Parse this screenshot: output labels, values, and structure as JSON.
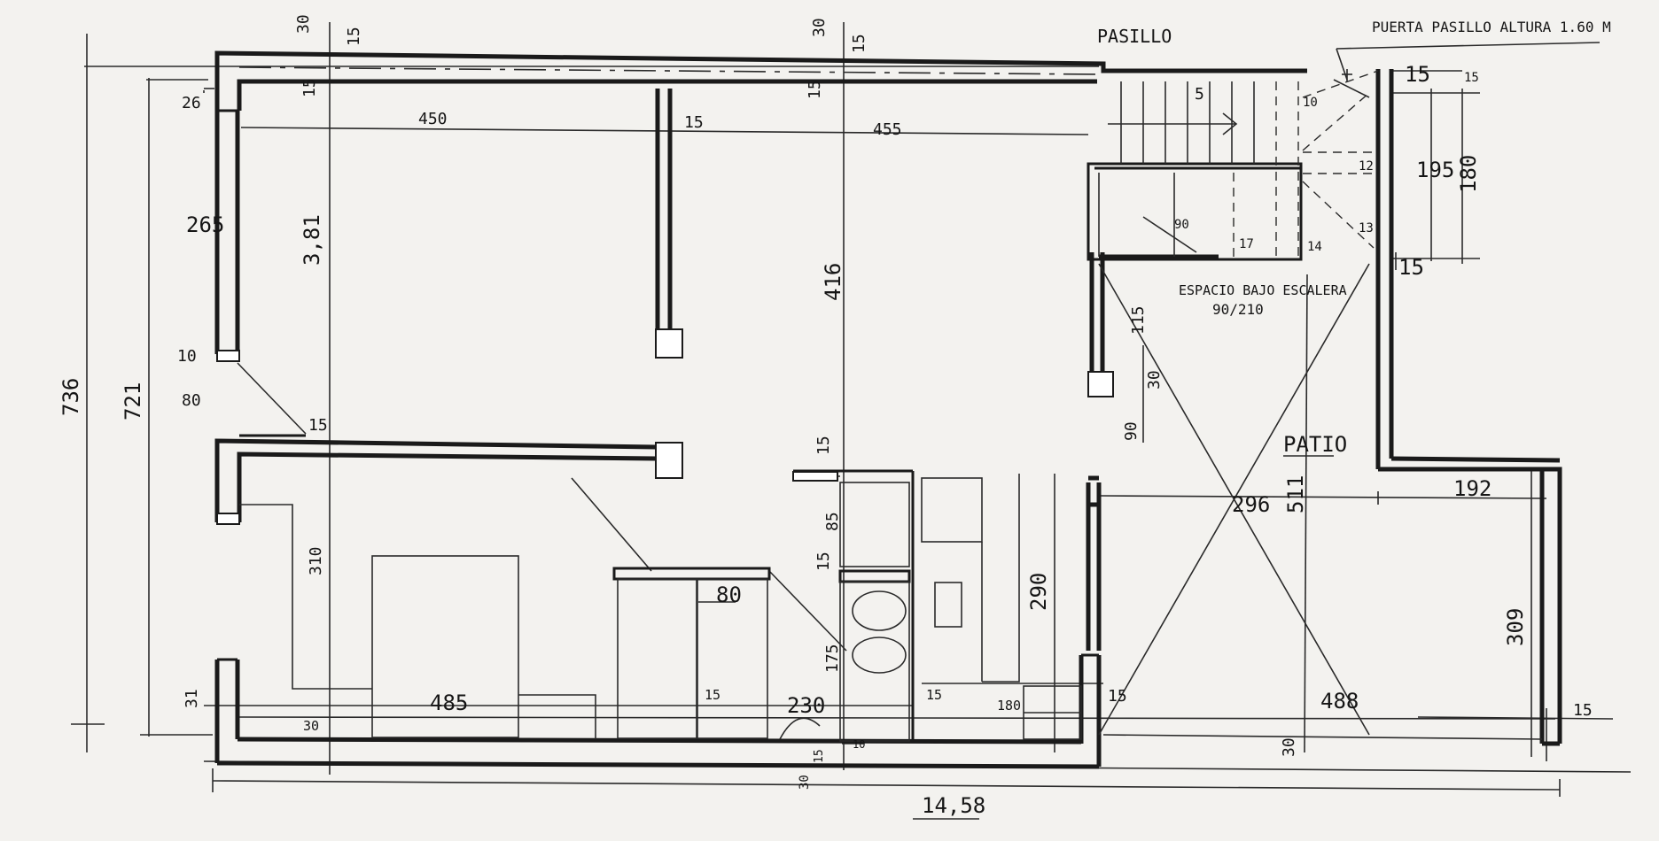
{
  "labels": {
    "pasillo": "PASILLO",
    "puerta_pasillo": "PUERTA PASILLO ALTURA 1.60 M",
    "espacio_bajo_escalera": "ESPACIO BAJO ESCALERA",
    "espacio_medida": "90/210",
    "patio": "PATIO",
    "total_width": "14,58"
  },
  "dims": {
    "d30a": "30",
    "d15a": "15",
    "d15b": "15",
    "d30b": "30",
    "d15c": "15",
    "d15d": "15",
    "d26": "26",
    "d450": "450",
    "d15e": "15",
    "d455": "455",
    "d265": "265",
    "d381": "3,81",
    "d416": "416",
    "d736": "736",
    "d721": "721",
    "d10": "10",
    "d80a": "80",
    "d15f": "15",
    "d5": "5",
    "d10b": "10",
    "d12": "12",
    "d13": "13",
    "d14": "14",
    "d17": "17",
    "d90": "90",
    "d15g": "15",
    "d15h": "15",
    "d195": "195",
    "d180": "180",
    "d15i": "15",
    "d115": "115",
    "d30c": "30",
    "d90b": "90",
    "d15j": "15",
    "d85": "85",
    "d15k": "15",
    "d80b": "80",
    "d175": "175",
    "d310": "310",
    "d290": "290",
    "d296": "296",
    "d511": "511",
    "d192": "192",
    "d309": "309",
    "d31": "31",
    "d30d": "30",
    "d485": "485",
    "d15l": "15",
    "d230": "230",
    "d15m": "15",
    "d180b": "180",
    "d15n": "15",
    "d488": "488",
    "d15o": "15",
    "d30e": "30",
    "d15p": "15",
    "d10c": "10",
    "d30f": "30"
  }
}
